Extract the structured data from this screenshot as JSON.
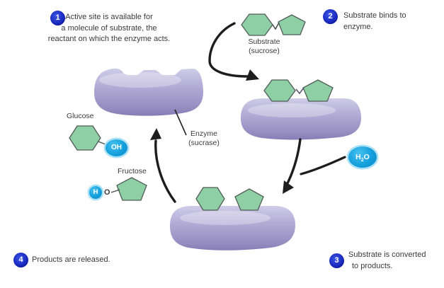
{
  "steps": {
    "s1": {
      "num": "1",
      "line1": "Active site is available for",
      "line2": "a molecule of substrate, the",
      "line3": "reactant on which the enzyme acts."
    },
    "s2": {
      "num": "2",
      "line1": "Substrate binds to",
      "line2": "enzyme."
    },
    "s3": {
      "num": "3",
      "line1": "Substrate is converted",
      "line2": "to products."
    },
    "s4": {
      "num": "4",
      "line1": "Products are released."
    }
  },
  "labels": {
    "substrate_name": "Substrate",
    "substrate_sub": "(sucrose)",
    "enzyme_name": "Enzyme",
    "enzyme_sub": "(sucrase)",
    "glucose": "Glucose",
    "fructose": "Fructose",
    "oh_group": "OH",
    "h_atom": "H",
    "o_atom": "O",
    "water_h": "H",
    "water_sub": "2",
    "water_o": "O"
  },
  "colors": {
    "enzyme_purple": "#aaa3d0",
    "enzyme_highlight": "#d8d5ec",
    "enzyme_shadow": "#867cb5",
    "sugar_green": "#8fcfa6",
    "sugar_outline": "#4f5c55",
    "badge_blue": "#1b2bc0",
    "water_blue": "#149fdd",
    "arrow_black": "#1d1d1d",
    "text_gray": "#3a3a3a"
  }
}
